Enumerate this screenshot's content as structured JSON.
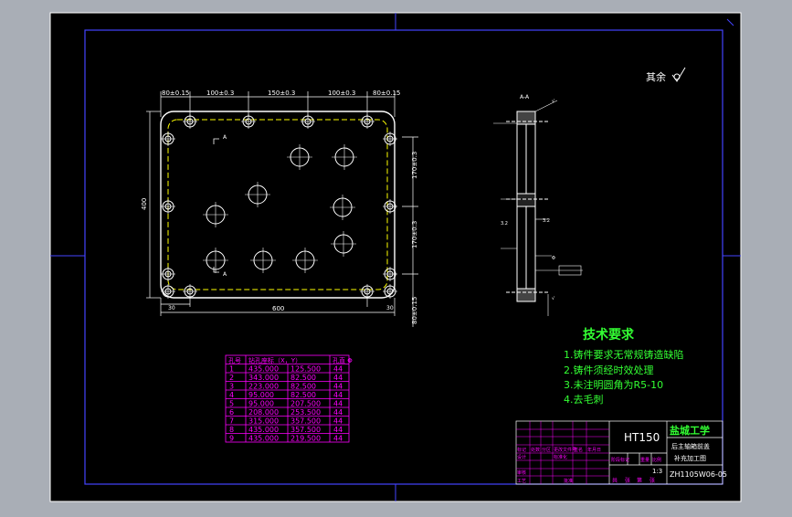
{
  "roughness_note": "其余",
  "dims_top": [
    "80±0.15",
    "100±0.3",
    "150±0.3",
    "100±0.3",
    "80±0.15"
  ],
  "dim_left_height": "400",
  "dims_right": [
    "170±0.3",
    "170±0.3"
  ],
  "dim_bottom_width": "600",
  "dims_bottom_small": [
    "30",
    "30"
  ],
  "dim_bottom_right": "80±0.15",
  "section_label": "A-A",
  "tech_req": {
    "title": "技术要求",
    "items": [
      "1.铸件要求无常规铸造缺陷",
      "2.铸件须经时效处理",
      "3.未注明圆角为R5-10",
      "4.去毛刺"
    ]
  },
  "hole_table": {
    "headers": [
      "孔号",
      "钻孔座标（X，Y）",
      "孔直 Φ"
    ],
    "rows": [
      [
        "1",
        "435.000",
        "125.500",
        "44"
      ],
      [
        "2",
        "343.000",
        "82.500",
        "44"
      ],
      [
        "3",
        "223.000",
        "82.500",
        "44"
      ],
      [
        "4",
        "95.000",
        "82.500",
        "44"
      ],
      [
        "5",
        "95.000",
        "207.500",
        "44"
      ],
      [
        "6",
        "208.000",
        "253.500",
        "44"
      ],
      [
        "7",
        "315.000",
        "357.500",
        "44"
      ],
      [
        "8",
        "435.000",
        "357.500",
        "44"
      ],
      [
        "9",
        "435.000",
        "219.500",
        "44"
      ]
    ]
  },
  "title_block": {
    "material": "HT150",
    "school": "盐城工学",
    "part_name_1": "后主轴箱前盖",
    "part_name_2": "补充加工图",
    "scale": "1:3",
    "drawing_no": "ZH1105W06-05",
    "stage_labels": [
      "阶段标记",
      "重量",
      "比例"
    ],
    "bottom_labels": [
      "共",
      "张",
      "第",
      "张"
    ],
    "left_labels": [
      "标记",
      "处数",
      "分区",
      "更改文件号",
      "签名",
      "年月日",
      "设计",
      "标准化",
      "审核",
      "工艺",
      "批准"
    ]
  }
}
